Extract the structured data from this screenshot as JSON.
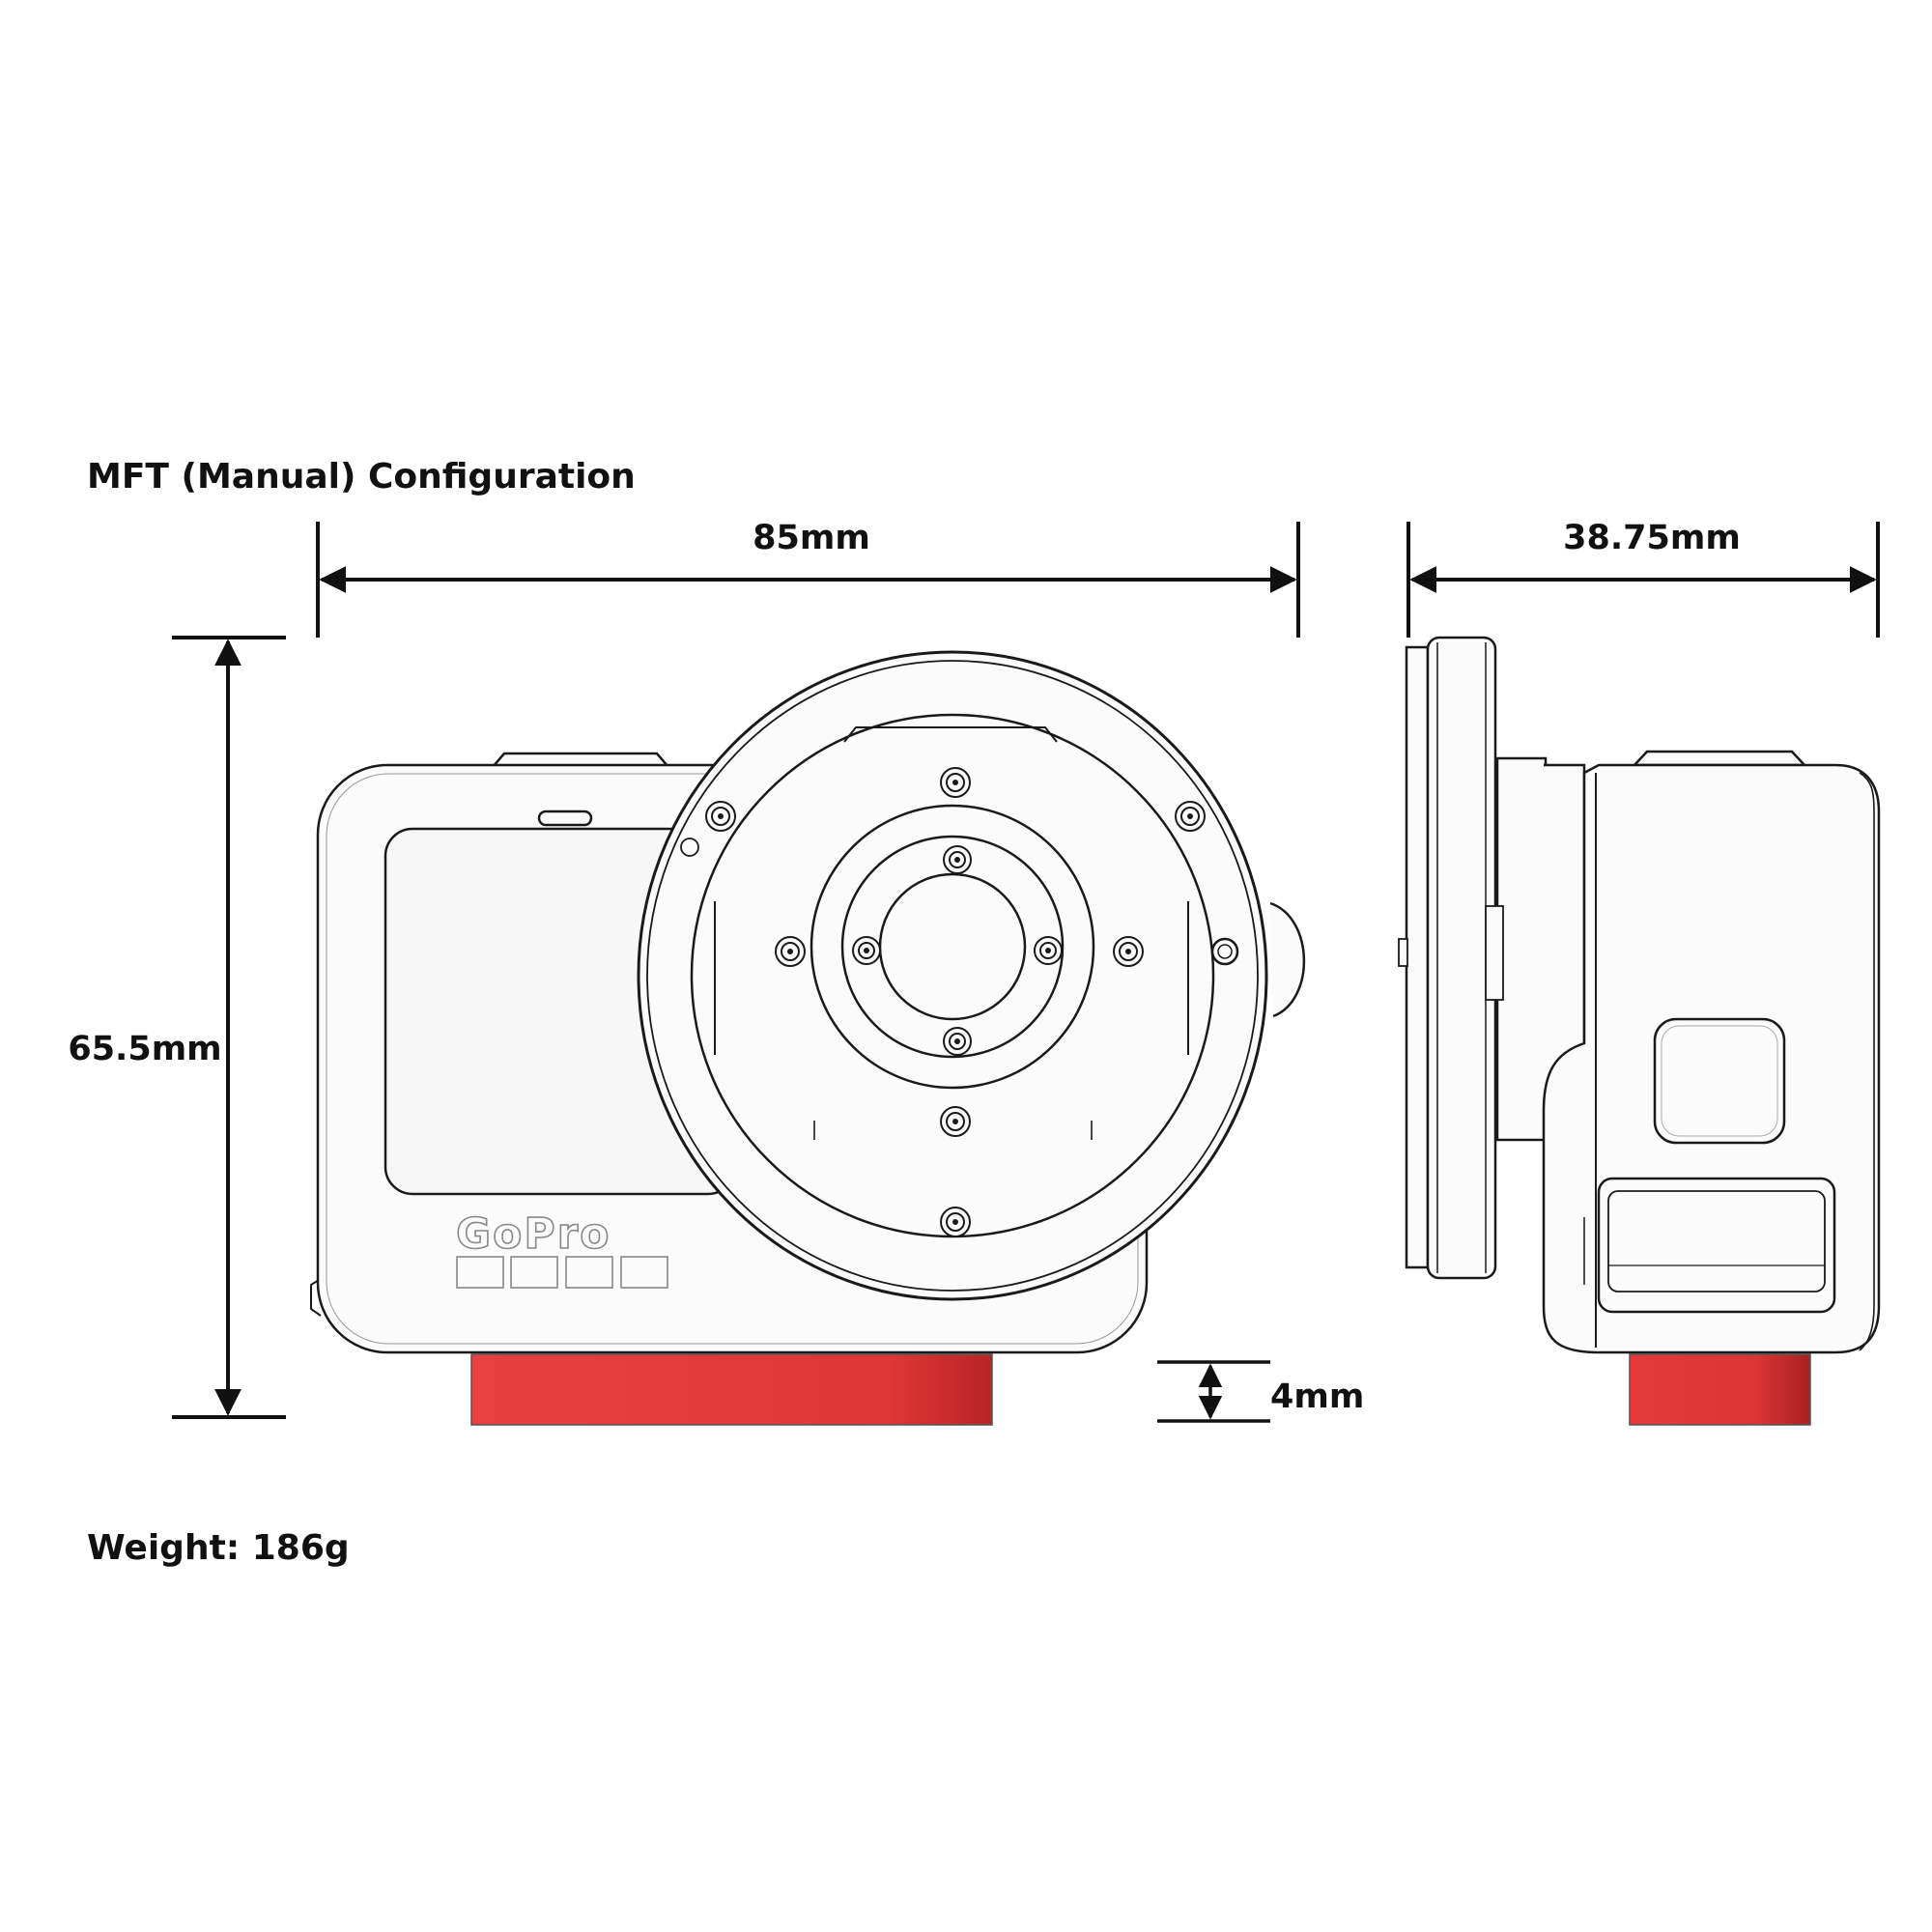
{
  "heading": "MFT (Manual) Configuration",
  "dimensions": {
    "width": "85mm",
    "depth": "38.75mm",
    "height": "65.5mm",
    "base": "4mm"
  },
  "weight": "Weight: 186g",
  "logo_text": "GoPro",
  "colors": {
    "outline": "#1a1a1a",
    "body": "#fbfbfb",
    "accent": "#e03838",
    "accent_dark": "#c42828"
  }
}
